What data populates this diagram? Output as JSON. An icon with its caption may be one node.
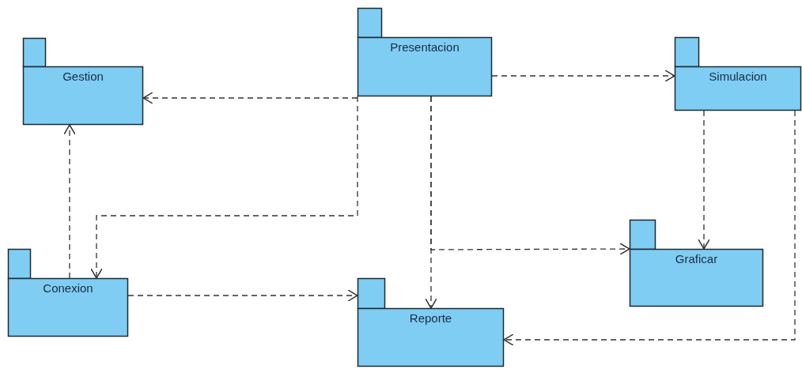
{
  "diagram": {
    "nodes": [
      {
        "text": [
          "Gestion"
        ]
      },
      {
        "text": [
          "Presentacion"
        ]
      },
      {
        "text": [
          "Simulacion"
        ]
      },
      {
        "text": [
          "Conexion"
        ]
      },
      {
        "text": [
          "Reporte"
        ]
      },
      {
        "text": [
          "Graficar"
        ]
      }
    ],
    "edges": [
      {
        "from": 1,
        "to": 0,
        "arrow": "to",
        "style": "dashed"
      },
      {
        "from": 1,
        "to": 2,
        "arrow": "to",
        "style": "dashed"
      },
      {
        "from": 1,
        "to": 3,
        "arrow": "to",
        "style": "dashed"
      },
      {
        "from": 1,
        "to": 4,
        "arrow": "to",
        "style": "dashed"
      },
      {
        "from": 1,
        "to": 5,
        "arrow": "to",
        "style": "dashed"
      },
      {
        "from": 2,
        "to": 5,
        "arrow": "to",
        "style": "dashed"
      },
      {
        "from": 2,
        "to": 4,
        "arrow": "to",
        "style": "dashed"
      },
      {
        "from": 3,
        "to": 0,
        "arrow": "to",
        "style": "dashed"
      },
      {
        "from": 3,
        "to": 4,
        "arrow": "to",
        "style": "dashed"
      }
    ]
  }
}
